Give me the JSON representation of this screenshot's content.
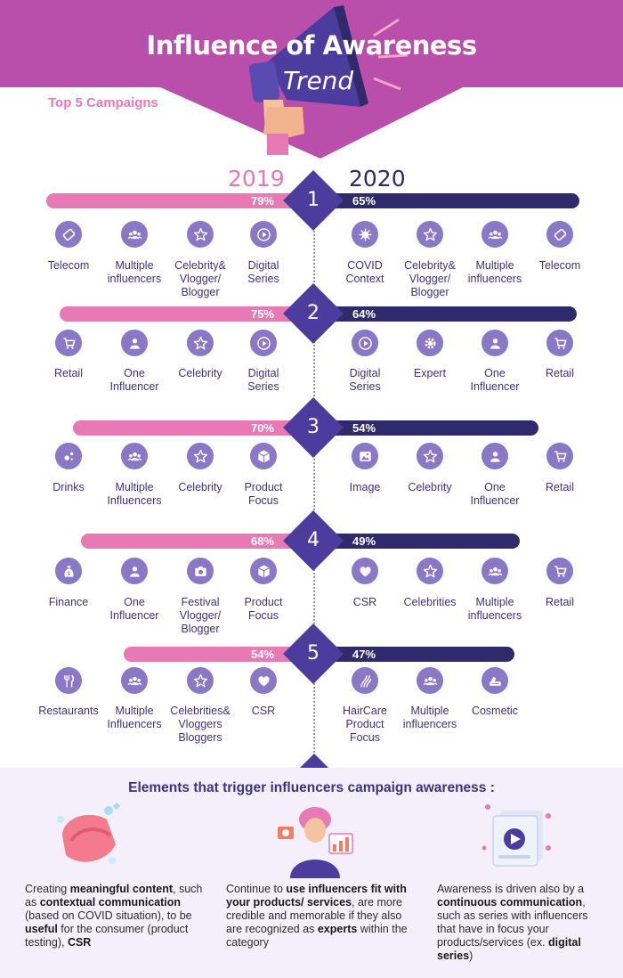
{
  "header": {
    "title": "Influence of Awareness",
    "subtitle": "Trend",
    "top_campaigns": "Top 5 Campaigns"
  },
  "years": {
    "left": "2019",
    "right": "2020"
  },
  "colors": {
    "pink": "#e779b4",
    "navy": "#2e2a6b",
    "purple": "#4b3c9e",
    "icon": "#8a78c6",
    "header": "#b94fab"
  },
  "campaigns": [
    {
      "rank": "1",
      "pct_2019": "79%",
      "pct_2020": "65%",
      "items_2019": [
        {
          "label": "Telecom",
          "icon": "tag-icon"
        },
        {
          "label": "Multiple\ninfluencers",
          "icon": "group-icon"
        },
        {
          "label": "Celebrity&\nVlogger/\nBlogger",
          "icon": "star-icon"
        },
        {
          "label": "Digital\nSeries",
          "icon": "play-icon"
        }
      ],
      "items_2020": [
        {
          "label": "COVID\nContext",
          "icon": "virus-icon"
        },
        {
          "label": "Celebrity&\nVlogger/\nBlogger",
          "icon": "star-icon"
        },
        {
          "label": "Multiple\ninfluencers",
          "icon": "group-icon"
        },
        {
          "label": "Telecom",
          "icon": "tag-icon"
        }
      ]
    },
    {
      "rank": "2",
      "pct_2019": "75%",
      "pct_2020": "64%",
      "items_2019": [
        {
          "label": "Retail",
          "icon": "cart-icon"
        },
        {
          "label": "One\nInfluencer",
          "icon": "person-icon"
        },
        {
          "label": "Celebrity",
          "icon": "star-icon"
        },
        {
          "label": "Digital\nSeries",
          "icon": "play-icon"
        }
      ],
      "items_2020": [
        {
          "label": "Digital\nSeries",
          "icon": "play-icon"
        },
        {
          "label": "Expert",
          "icon": "gear-icon"
        },
        {
          "label": "One\nInfluencer",
          "icon": "person-icon"
        },
        {
          "label": "Retail",
          "icon": "cart-icon"
        }
      ]
    },
    {
      "rank": "3",
      "pct_2019": "70%",
      "pct_2020": "54%",
      "items_2019": [
        {
          "label": "Drinks",
          "icon": "bubbles-icon"
        },
        {
          "label": "Multiple\nInfluencers",
          "icon": "group-icon"
        },
        {
          "label": "Celebrity",
          "icon": "star-icon"
        },
        {
          "label": "Product\nFocus",
          "icon": "box-icon"
        }
      ],
      "items_2020": [
        {
          "label": "Image",
          "icon": "image-icon"
        },
        {
          "label": "Celebrity",
          "icon": "star-icon"
        },
        {
          "label": "One\nInfluencer",
          "icon": "person-icon"
        },
        {
          "label": "Retail",
          "icon": "cart-icon"
        }
      ]
    },
    {
      "rank": "4",
      "pct_2019": "68%",
      "pct_2020": "49%",
      "items_2019": [
        {
          "label": "Finance",
          "icon": "money-bag-icon"
        },
        {
          "label": "One\nInfluencer",
          "icon": "person-icon"
        },
        {
          "label": "Festival\nVlogger/\nBlogger",
          "icon": "camera-icon"
        },
        {
          "label": "Product\nFocus",
          "icon": "box-icon"
        }
      ],
      "items_2020": [
        {
          "label": "CSR",
          "icon": "heart-icon"
        },
        {
          "label": "Celebrities",
          "icon": "star-icon"
        },
        {
          "label": "Multiple\ninfluencers",
          "icon": "group-icon"
        },
        {
          "label": "Retail",
          "icon": "cart-icon"
        }
      ]
    },
    {
      "rank": "5",
      "pct_2019": "54%",
      "pct_2020": "47%",
      "items_2019": [
        {
          "label": "Restaurants",
          "icon": "cutlery-icon"
        },
        {
          "label": "Multiple\nInfluencers",
          "icon": "group-icon"
        },
        {
          "label": "Celebrities&\nVloggers\nBloggers",
          "icon": "star-icon"
        },
        {
          "label": "CSR",
          "icon": "heart-icon"
        }
      ],
      "items_2020": [
        {
          "label": "HairCare\nProduct\nFocus",
          "icon": "hair-icon"
        },
        {
          "label": "Multiple\ninfluencers",
          "icon": "group-icon"
        },
        {
          "label": "Cosmetic",
          "icon": "cosmetic-icon"
        }
      ]
    }
  ],
  "elements": {
    "title": "Elements that trigger influencers campaign awareness :",
    "col1": {
      "icon": "hand-wash-icon",
      "t1": "Creating ",
      "b1": "meaningful content",
      "t2": ", such as ",
      "b2": "contextual communication",
      "t3": " (based on COVID situation), to be ",
      "b3": "useful",
      "t4": " for the consumer (product testing), ",
      "b4": "CSR"
    },
    "col2": {
      "icon": "influencer-icon",
      "t1": "Continue to ",
      "b1": "use influencers fit with your products/ services",
      "t2": ", are more credible and memorable if they also are recognized as ",
      "b2": "experts",
      "t3": " within the category"
    },
    "col3": {
      "icon": "video-series-icon",
      "t1": "Awareness is driven also by a ",
      "b1": "continuous communication",
      "t2": ", such as series with influencers that have in focus your products/services (ex. ",
      "b2": "digital series",
      "t3": ")"
    }
  }
}
